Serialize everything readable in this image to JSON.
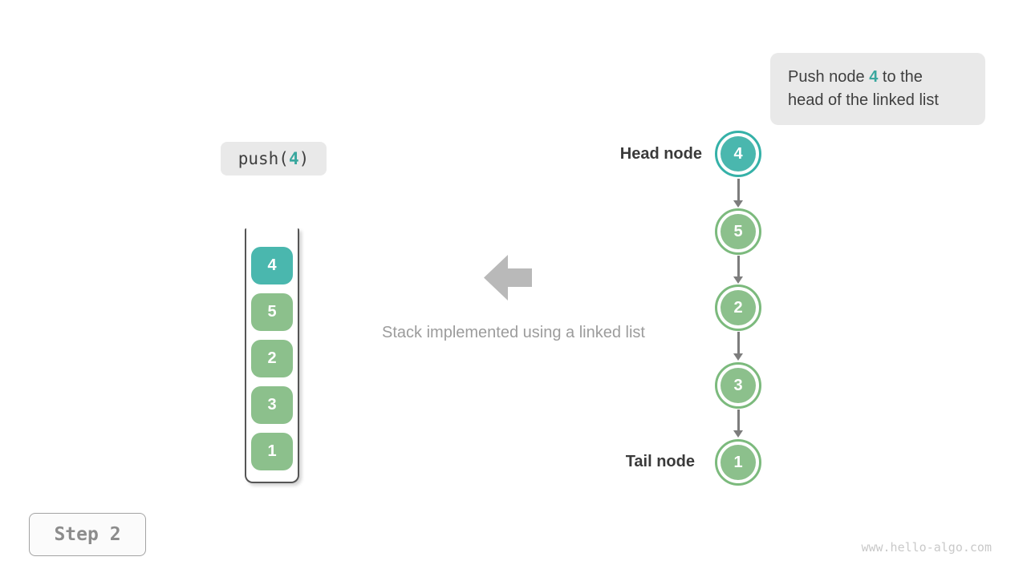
{
  "colors": {
    "teal_fill": "#4ab7ae",
    "teal_ring": "#35b1a8",
    "green_fill": "#8cc08c",
    "green_ring": "#7cba7d",
    "accent_text": "#39a79e",
    "callout_bg": "#e9e9e9",
    "body_text": "#3f3f3f",
    "muted_text": "#9c9c9c",
    "connector": "#7d7d7d",
    "block_arrow": "#b9b9b9",
    "container_border": "#555555",
    "step_text": "#8c8c8c",
    "watermark_text": "#c9c9c9"
  },
  "callout": {
    "line1_pre": "Push node ",
    "highlight_value": "4",
    "line1_post": " to the",
    "line2": "head of the linked list"
  },
  "operation": {
    "pre": "push(",
    "value": "4",
    "post": ")"
  },
  "stack": {
    "items": [
      {
        "value": "4",
        "highlight": true
      },
      {
        "value": "5",
        "highlight": false
      },
      {
        "value": "2",
        "highlight": false
      },
      {
        "value": "3",
        "highlight": false
      },
      {
        "value": "1",
        "highlight": false
      }
    ]
  },
  "caption": "Stack implemented using a linked list",
  "linked_list": {
    "head_label": "Head node",
    "tail_label": "Tail node",
    "nodes": [
      {
        "value": "4",
        "highlight": true
      },
      {
        "value": "5",
        "highlight": false
      },
      {
        "value": "2",
        "highlight": false
      },
      {
        "value": "3",
        "highlight": false
      },
      {
        "value": "1",
        "highlight": false
      }
    ]
  },
  "step_label": "Step 2",
  "watermark": "www.hello-algo.com"
}
